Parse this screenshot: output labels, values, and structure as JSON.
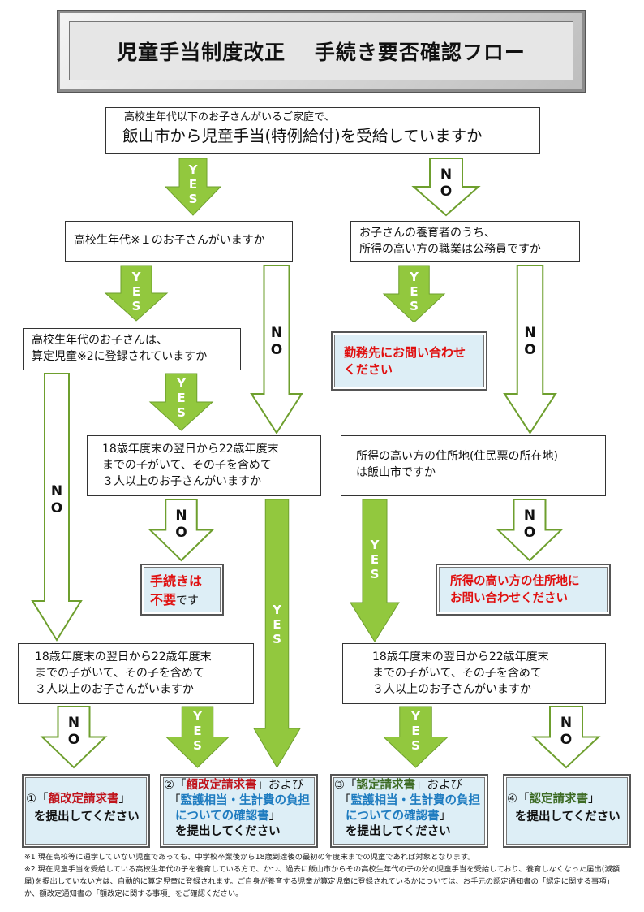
{
  "title": "児童手当制度改正　 手続き要否確認フロー",
  "colors": {
    "yes_arrow": "#92c83e",
    "arrow_outline": "#6e9f2e",
    "result_box": "#ddeef6",
    "emphasis_red": "#e01010",
    "emphasis_blue": "#1f7cc0"
  },
  "labels": {
    "yes": "YES",
    "no": "NO"
  },
  "questions": {
    "q1_sub": "高校生年代以下のお子さんがいるご家庭で、",
    "q1_main": "飯山市から児童手当(特例給付)を受給していますか",
    "q2": "高校生年代※１のお子さんがいますか",
    "q3_l1": "高校生年代のお子さんは、",
    "q3_l2": "算定児童※2に登録されていますか",
    "q4_l1": "18歳年度末の翌日から22歳年度末",
    "q4_l2": "までの子がいて、その子を含めて",
    "q4_l3": "３人以上のお子さんがいますか",
    "q5_l1": "お子さんの養育者のうち、",
    "q5_l2": "所得の高い方の職業は公務員ですか",
    "q6_l1": "所得の高い方の住所地(住民票の所在地)",
    "q6_l2": "は飯山市ですか"
  },
  "outcomes": {
    "employer_l1": "勤務先にお問い合わせ",
    "employer_l2": "ください",
    "unneeded_red": "手続きは",
    "unneeded_red2": "不要",
    "unneeded_tail": "です",
    "address_l1": "所得の高い方の住所地に",
    "address_l2": "お問い合わせください"
  },
  "results": [
    {
      "num": "①「",
      "doc": "額改定請求書",
      "close": "」",
      "tail": "を提出してください"
    },
    {
      "num": "②「",
      "doc": "額改定請求書",
      "close": "」および",
      "doc2_open": "「",
      "doc2": "監護相当・生計費の負担",
      "doc2b": "についての確認書",
      "doc2_close": "」",
      "tail": "を提出してください"
    },
    {
      "num": "③「",
      "doc": "認定請求書",
      "close": "」および",
      "doc2_open": "「",
      "doc2": "監護相当・生計費の負担",
      "doc2b": "についての確認書",
      "doc2_close": "」",
      "tail": "を提出してください"
    },
    {
      "num": "④「",
      "doc": "認定請求書",
      "close": "」",
      "tail": "を提出してください"
    }
  ],
  "footnotes": [
    "※1 現在高校等に通学していない児童であっても、中学校卒業後から18歳到達後の最初の年度末までの児童であれば対象となります。",
    "※2 現在児童手当を受給している高校生年代の子を養育している方で、かつ、過去に飯山市からその高校生年代の子の分の児童手当を受給しており、養育しなくなった届出(減額届)を提出していない方は、自動的に算定児童に登録されます。ご自身が養育する児童が算定児童に登録されているかについては、お手元の認定通知書の「認定に関する事項」か、額改定通知書の「額改定に関する事項」をご確認ください。"
  ]
}
